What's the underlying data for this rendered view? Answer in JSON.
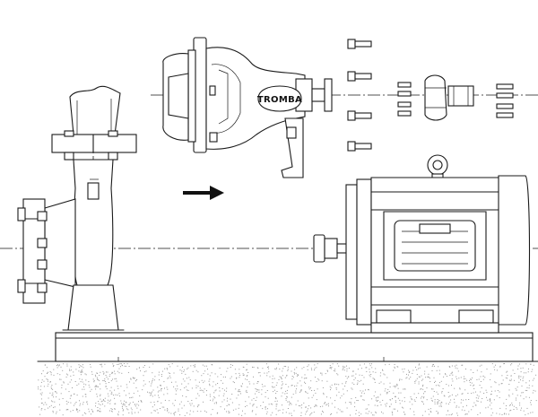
{
  "diagram": {
    "brand_label": "TROMBA",
    "components": [
      "pump-casing",
      "bearing-frame-back-pull-out-unit",
      "coupling-bolts",
      "coupling",
      "electric-motor",
      "base-plate",
      "ground"
    ],
    "arrow_direction": "right",
    "colors": {
      "line": "#1a1a1a",
      "background": "#ffffff",
      "ground_speckle": "#9a9a9a"
    }
  }
}
